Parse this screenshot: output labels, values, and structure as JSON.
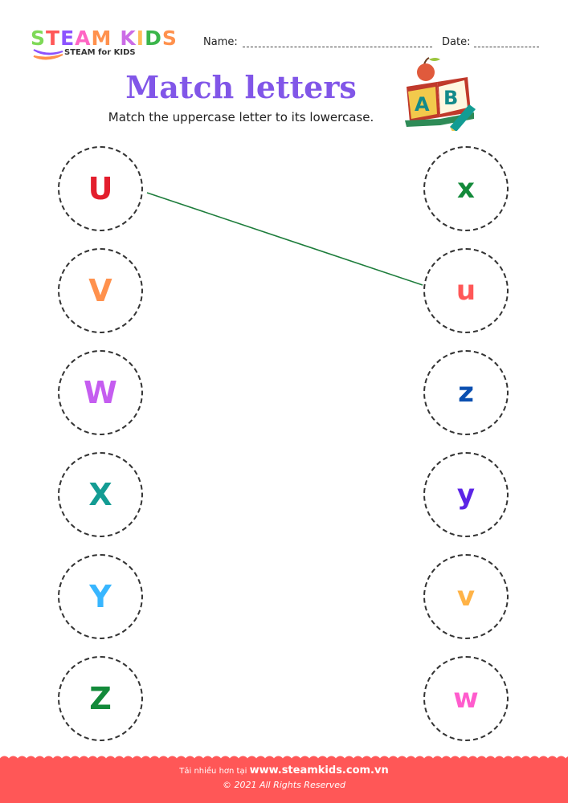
{
  "logo": {
    "letters": [
      {
        "ch": "S",
        "color": "#7ed957"
      },
      {
        "ch": "T",
        "color": "#ff5757"
      },
      {
        "ch": "E",
        "color": "#8c52ff"
      },
      {
        "ch": "A",
        "color": "#ff66c4"
      },
      {
        "ch": "M",
        "color": "#ff914d"
      },
      {
        "ch": " ",
        "color": "#ffffff"
      },
      {
        "ch": "K",
        "color": "#cb6ce6"
      },
      {
        "ch": "I",
        "color": "#ffbd59"
      },
      {
        "ch": "D",
        "color": "#3ab54a"
      },
      {
        "ch": "S",
        "color": "#ff914d"
      }
    ],
    "subtitle": "STEAM for KIDS"
  },
  "header": {
    "name_label": "Name:",
    "date_label": "Date:"
  },
  "title": "Match letters",
  "instruction": "Match the uppercase letter to its lowercase.",
  "left_column": [
    {
      "letter": "U",
      "color": "#e31e2d"
    },
    {
      "letter": "V",
      "color": "#ff914d"
    },
    {
      "letter": "W",
      "color": "#c55df0"
    },
    {
      "letter": "X",
      "color": "#139c93"
    },
    {
      "letter": "Y",
      "color": "#38b6ff"
    },
    {
      "letter": "Z",
      "color": "#138a3a"
    }
  ],
  "right_column": [
    {
      "letter": "x",
      "color": "#138a3a"
    },
    {
      "letter": "u",
      "color": "#ff5757"
    },
    {
      "letter": "z",
      "color": "#0a4fb0"
    },
    {
      "letter": "y",
      "color": "#5b24e6"
    },
    {
      "letter": "v",
      "color": "#ffb347"
    },
    {
      "letter": "w",
      "color": "#ff5ccd"
    }
  ],
  "connections": [
    {
      "from": "U",
      "to": "u",
      "color": "#1e7d3c"
    }
  ],
  "footer": {
    "download_prefix": "Tải nhiều hơn tại",
    "website": "www.steamkids.com.vn",
    "copyright": "© 2021 All Rights Reserved",
    "color": "#ff5757"
  }
}
